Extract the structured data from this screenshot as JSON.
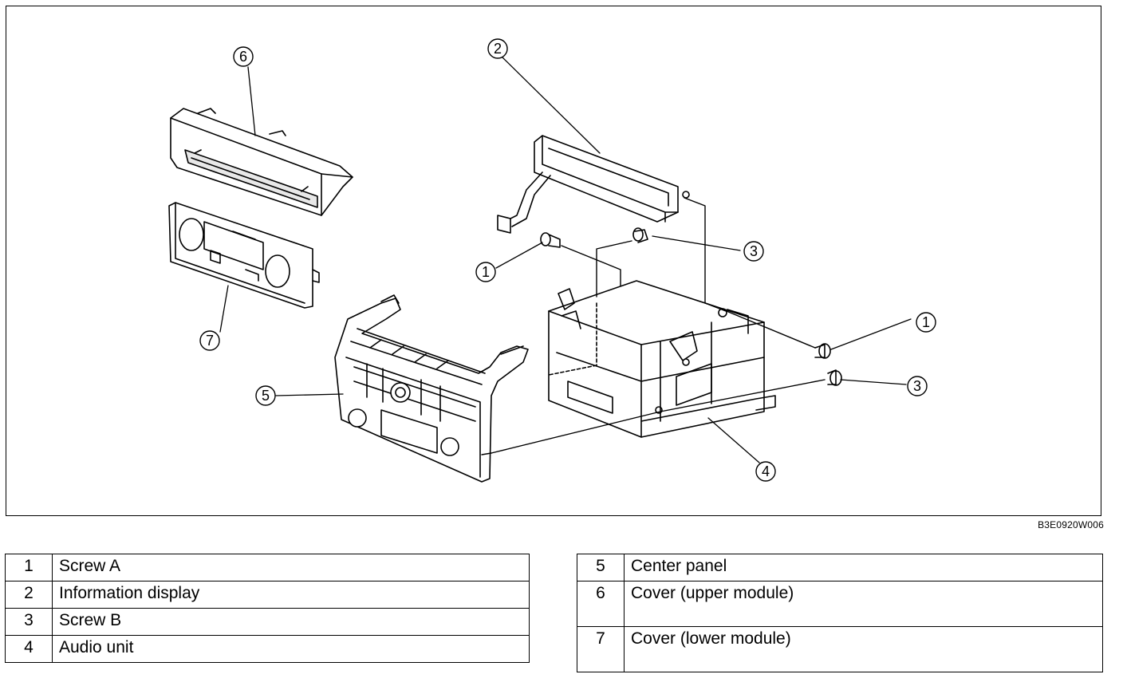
{
  "diagram": {
    "figure_code": "B3E0920W006",
    "callouts": [
      {
        "id": "c6",
        "num": "6"
      },
      {
        "id": "c2",
        "num": "2"
      },
      {
        "id": "c3a",
        "num": "3"
      },
      {
        "id": "c1a",
        "num": "1"
      },
      {
        "id": "c1b",
        "num": "1"
      },
      {
        "id": "c3b",
        "num": "3"
      },
      {
        "id": "c7",
        "num": "7"
      },
      {
        "id": "c5",
        "num": "5"
      },
      {
        "id": "c4",
        "num": "4"
      }
    ]
  },
  "legend": {
    "left": [
      {
        "num": "1",
        "label": "Screw A"
      },
      {
        "num": "2",
        "label": "Information display"
      },
      {
        "num": "3",
        "label": "Screw B"
      },
      {
        "num": "4",
        "label": "Audio unit"
      }
    ],
    "right": [
      {
        "num": "5",
        "label": "Center panel"
      },
      {
        "num": "6",
        "label": "Cover (upper module)"
      },
      {
        "num": "7",
        "label": "Cover (lower module)"
      }
    ]
  }
}
